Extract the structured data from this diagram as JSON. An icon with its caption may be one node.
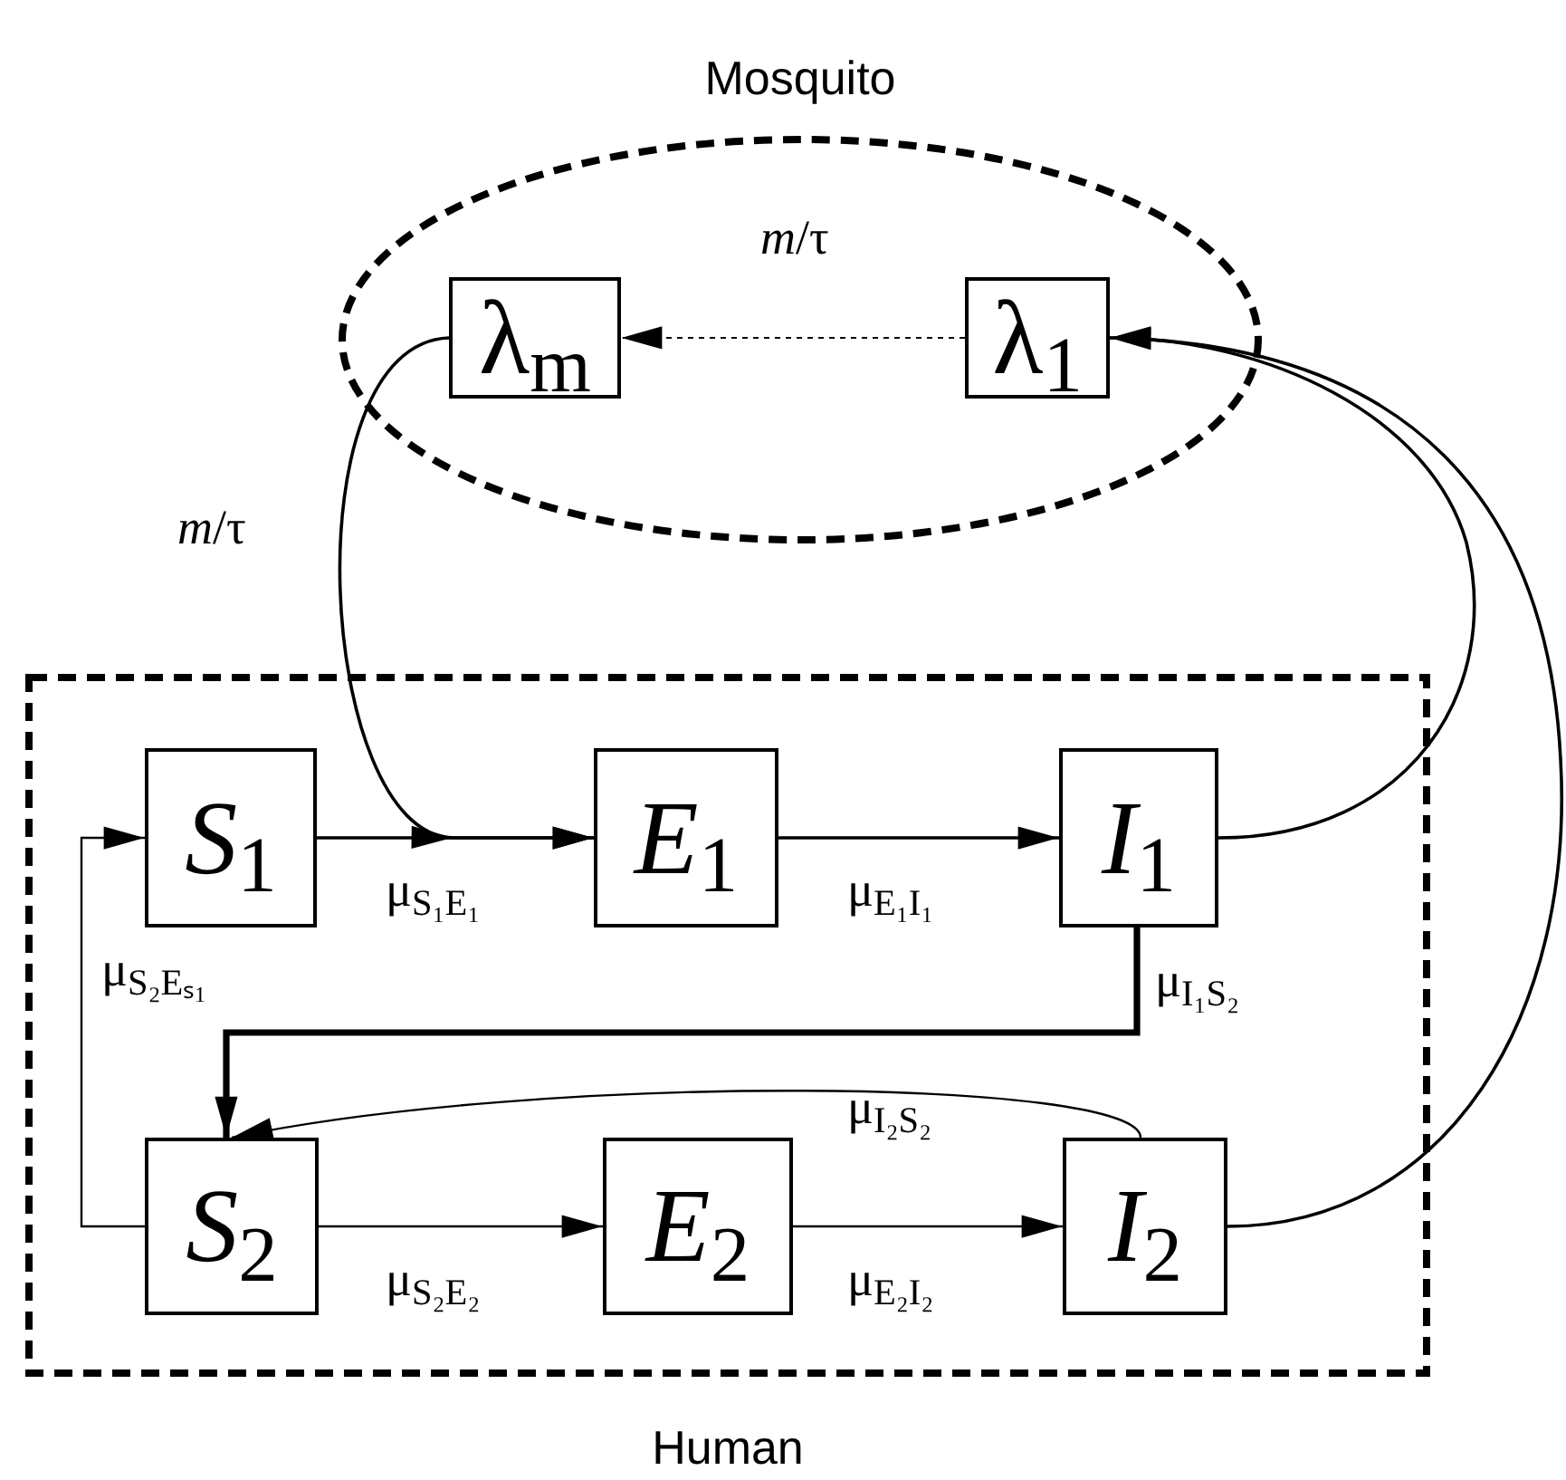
{
  "diagram": {
    "nodes": [
      {
        "text": [
          "Mosquito"
        ]
      },
      {
        "text": [
          "λ$_{m}$"
        ],
        "in": 0
      },
      {
        "text": [
          "λ$_{1}$"
        ],
        "in": 0
      },
      {
        "text": [
          "Human"
        ]
      },
      {
        "text": [
          "*S*$_{1}$"
        ],
        "in": 3
      },
      {
        "text": [
          "*E*$_{1}$"
        ],
        "in": 3
      },
      {
        "text": [
          "*I*$_{1}$"
        ],
        "in": 3
      },
      {
        "text": [
          "*S*$_{2}$"
        ],
        "in": 3
      },
      {
        "text": [
          "*E*$_{2}$"
        ],
        "in": 3
      },
      {
        "text": [
          "*I*$_{2}$"
        ],
        "in": 3
      }
    ],
    "edges": [
      {
        "from": 2,
        "to": 1,
        "arrow": "to",
        "label": "*m*/τ",
        "style": "dashed"
      },
      {
        "from": 1,
        "to": 5,
        "arrow": "to",
        "label": "*m*/τ"
      },
      {
        "from": 4,
        "to": 5,
        "arrow": "to",
        "label": "μ$_{S₁E₁}$"
      },
      {
        "from": 5,
        "to": 6,
        "arrow": "to",
        "label": "μ$_{E₁I₁}$"
      },
      {
        "from": 6,
        "to": 2,
        "arrow": "to"
      },
      {
        "from": 9,
        "to": 2,
        "arrow": "to"
      },
      {
        "from": 6,
        "to": 7,
        "arrow": "to",
        "label": "μ$_{I₁S₂}$",
        "style": "thick"
      },
      {
        "from": 9,
        "to": 7,
        "arrow": "to",
        "label": "μ$_{I₂S₂}$"
      },
      {
        "from": 7,
        "to": 8,
        "arrow": "to",
        "label": "μ$_{S₂E₂}$"
      },
      {
        "from": 8,
        "to": 9,
        "arrow": "to",
        "label": "μ$_{E₂I₂}$"
      },
      {
        "from": 7,
        "to": 4,
        "arrow": "to",
        "label": "μ$_{S₂Eₛ₁}$"
      }
    ]
  }
}
